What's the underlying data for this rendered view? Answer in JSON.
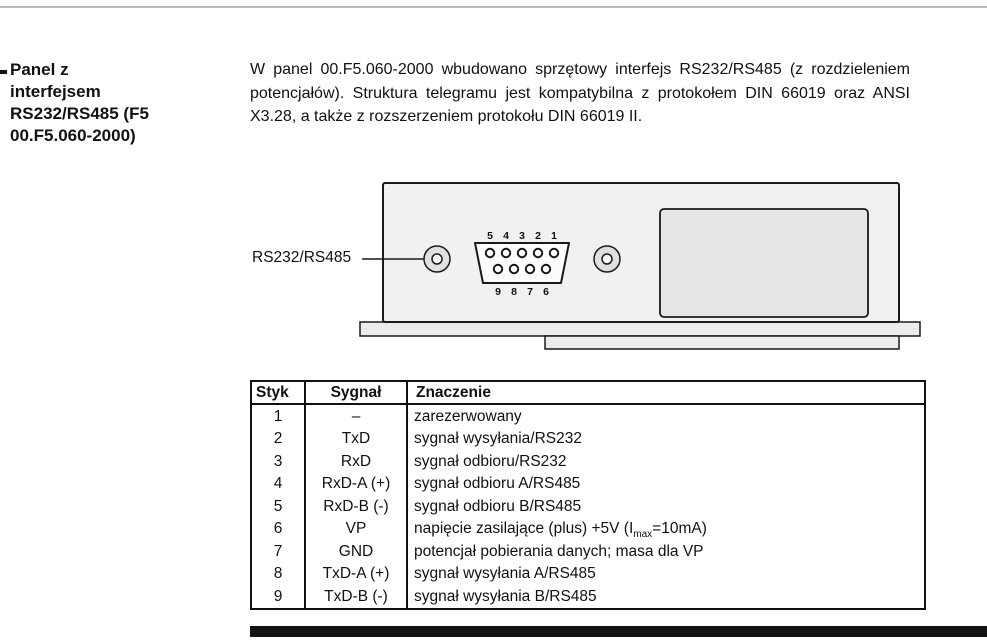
{
  "page": {
    "heading": "Panel z\ninterfejsem\nRS232/RS485 (F5\n00.F5.060-2000)",
    "intro": "W panel 00.F5.060-2000 wbudowano sprzętowy interfejs RS232/RS485 (z rozdzieleniem potencjałów). Struktura telegramu jest kompatybilna z protokołem DIN 66019 oraz ANSI X3.28, a także z rozszerzeniem protokołu DIN 66019 II."
  },
  "diagram": {
    "connector_label": "RS232/RS485",
    "pin_numbers_top": [
      "5",
      "4",
      "3",
      "2",
      "1"
    ],
    "pin_numbers_bottom": [
      "9",
      "8",
      "7",
      "6"
    ]
  },
  "table": {
    "headers": [
      "Styk",
      "Sygnał",
      "Znaczenie"
    ],
    "rows": [
      {
        "styk": "1",
        "sygnal": "–",
        "znaczenie": "zarezerwowany"
      },
      {
        "styk": "2",
        "sygnal": "TxD",
        "znaczenie": "sygnał wysyłania/RS232"
      },
      {
        "styk": "3",
        "sygnal": "RxD",
        "znaczenie": "sygnał odbioru/RS232"
      },
      {
        "styk": "4",
        "sygnal": "RxD-A (+)",
        "znaczenie": "sygnał odbioru A/RS485"
      },
      {
        "styk": "5",
        "sygnal": "RxD-B (-)",
        "znaczenie": "sygnał odbioru B/RS485"
      },
      {
        "styk": "6",
        "sygnal": "VP",
        "znaczenie": [
          "napięcie zasilające (plus) +5V (I",
          {
            "sub": "max"
          },
          "=10mA)"
        ]
      },
      {
        "styk": "7",
        "sygnal": "GND",
        "znaczenie": "potencjał pobierania danych; masa dla VP"
      },
      {
        "styk": "8",
        "sygnal": "TxD-A (+)",
        "znaczenie": "sygnał wysyłania A/RS485"
      },
      {
        "styk": "9",
        "sygnal": "TxD-B (-)",
        "znaczenie": "sygnał wysyłania B/RS485"
      }
    ]
  },
  "colors": {
    "panel_body": "#f1f1f1",
    "panel_recess": "#e6e6e6",
    "flange": "#ececec",
    "line": "#1a1a1a",
    "footer_bar": "#131313"
  }
}
